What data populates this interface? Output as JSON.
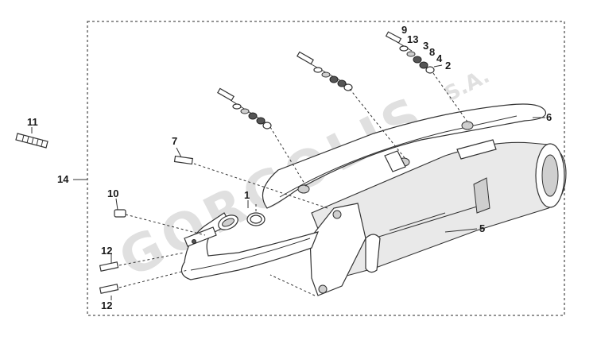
{
  "watermark": {
    "brand": "GORGOLIS",
    "suffix": "S.A."
  },
  "callouts": {
    "c1": "1",
    "c2": "2",
    "c3": "3",
    "c4": "4",
    "c5": "5",
    "c6": "6",
    "c7": "7",
    "c8": "8",
    "c9": "9",
    "c10": "10",
    "c11": "11",
    "c12a": "12",
    "c12b": "12",
    "c13": "13",
    "c14": "14"
  },
  "colors": {
    "line": "#333333",
    "frame": "#555555",
    "watermark": "#c8c8c8"
  }
}
